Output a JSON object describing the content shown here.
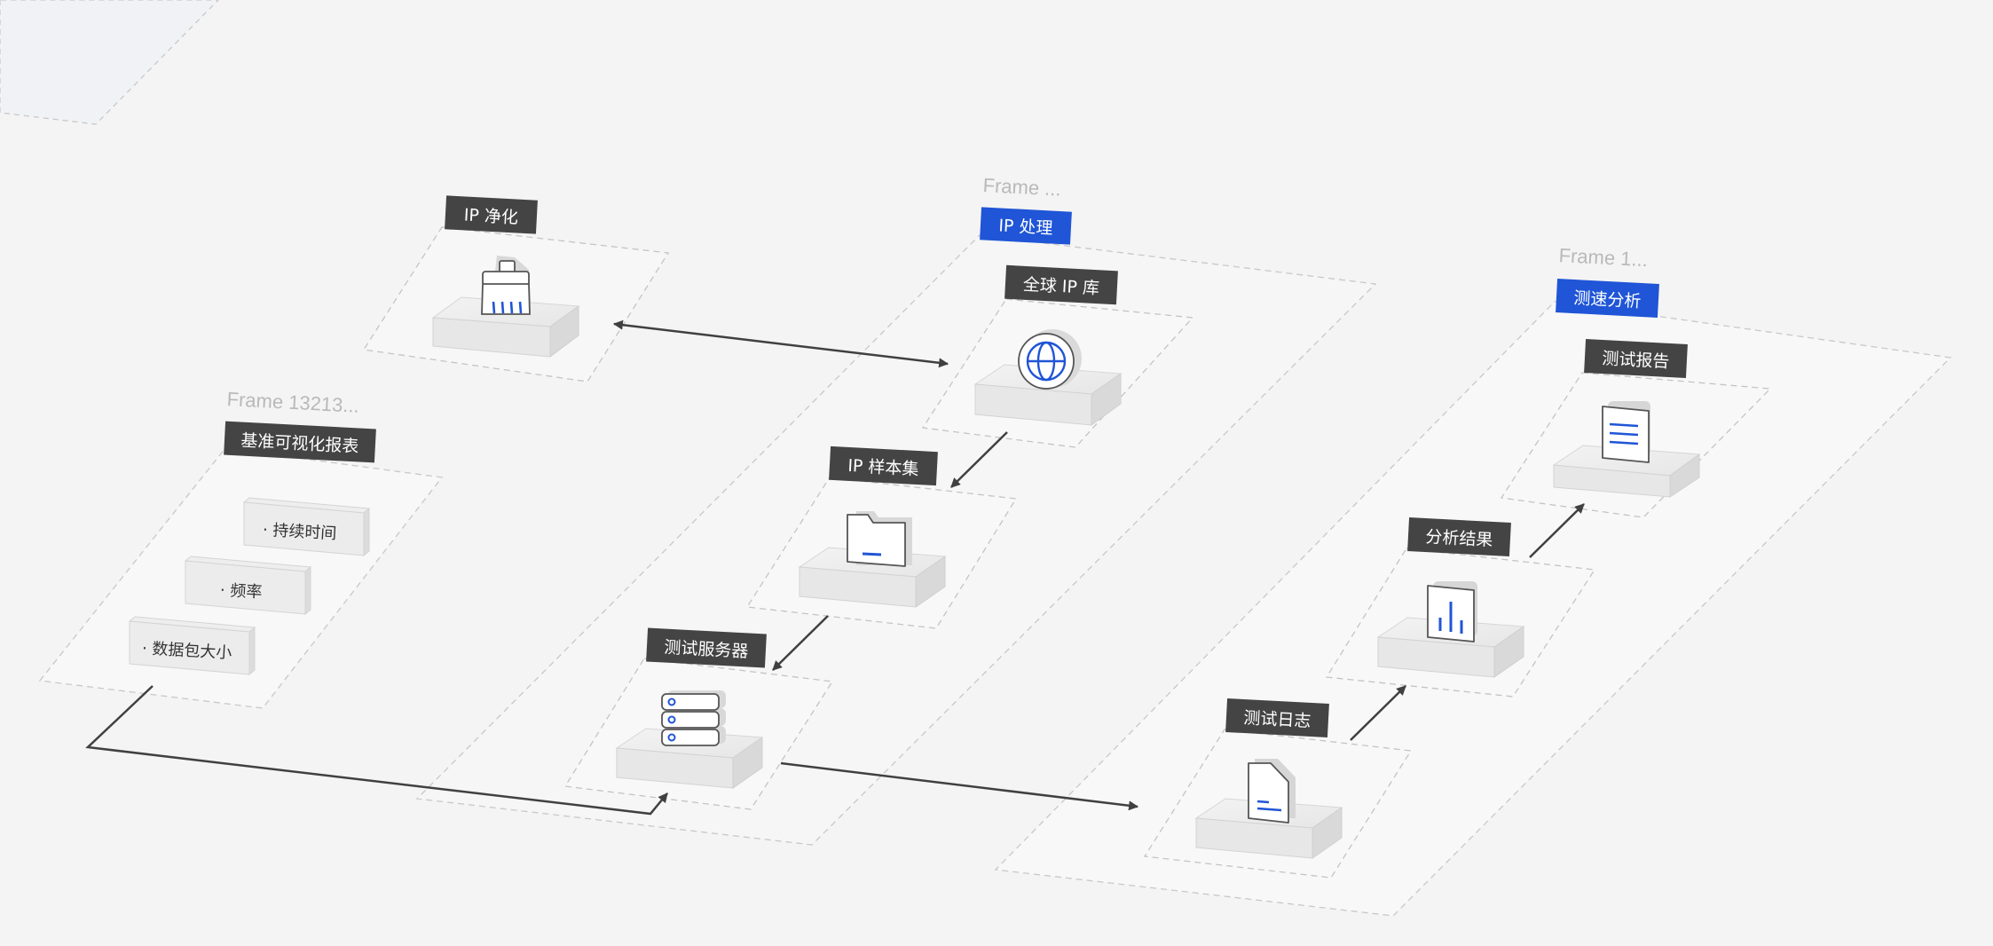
{
  "frames": {
    "report_frame": {
      "title": "Frame 13213...",
      "label": "基准可视化报表"
    },
    "ip_frame": {
      "title": "Frame ...",
      "label": "IP 处理"
    },
    "speed_frame": {
      "title": "Frame 1...",
      "label": "测速分析"
    }
  },
  "nodes": {
    "ip_clean": {
      "label": "IP 净化",
      "icon": "broom-icon"
    },
    "global_ip": {
      "label": "全球 IP 库",
      "icon": "globe-icon"
    },
    "ip_samples": {
      "label": "IP 样本集",
      "icon": "folder-icon"
    },
    "test_server": {
      "label": "测试服务器",
      "icon": "server-icon"
    },
    "test_log": {
      "label": "测试日志",
      "icon": "log-file-icon"
    },
    "analysis": {
      "label": "分析结果",
      "icon": "bar-chart-icon"
    },
    "test_report": {
      "label": "测试报告",
      "icon": "report-icon"
    }
  },
  "metrics": [
    {
      "label": "· 持续时间"
    },
    {
      "label": "· 频率"
    },
    {
      "label": "· 数据包大小"
    }
  ],
  "colors": {
    "background": "#f4f4f4",
    "tag_dark": "#444444",
    "tag_blue": "#1f55d6",
    "icon_accent": "#1f55d6",
    "arrow": "#404040",
    "dashed_border": "#c4c4c4"
  }
}
